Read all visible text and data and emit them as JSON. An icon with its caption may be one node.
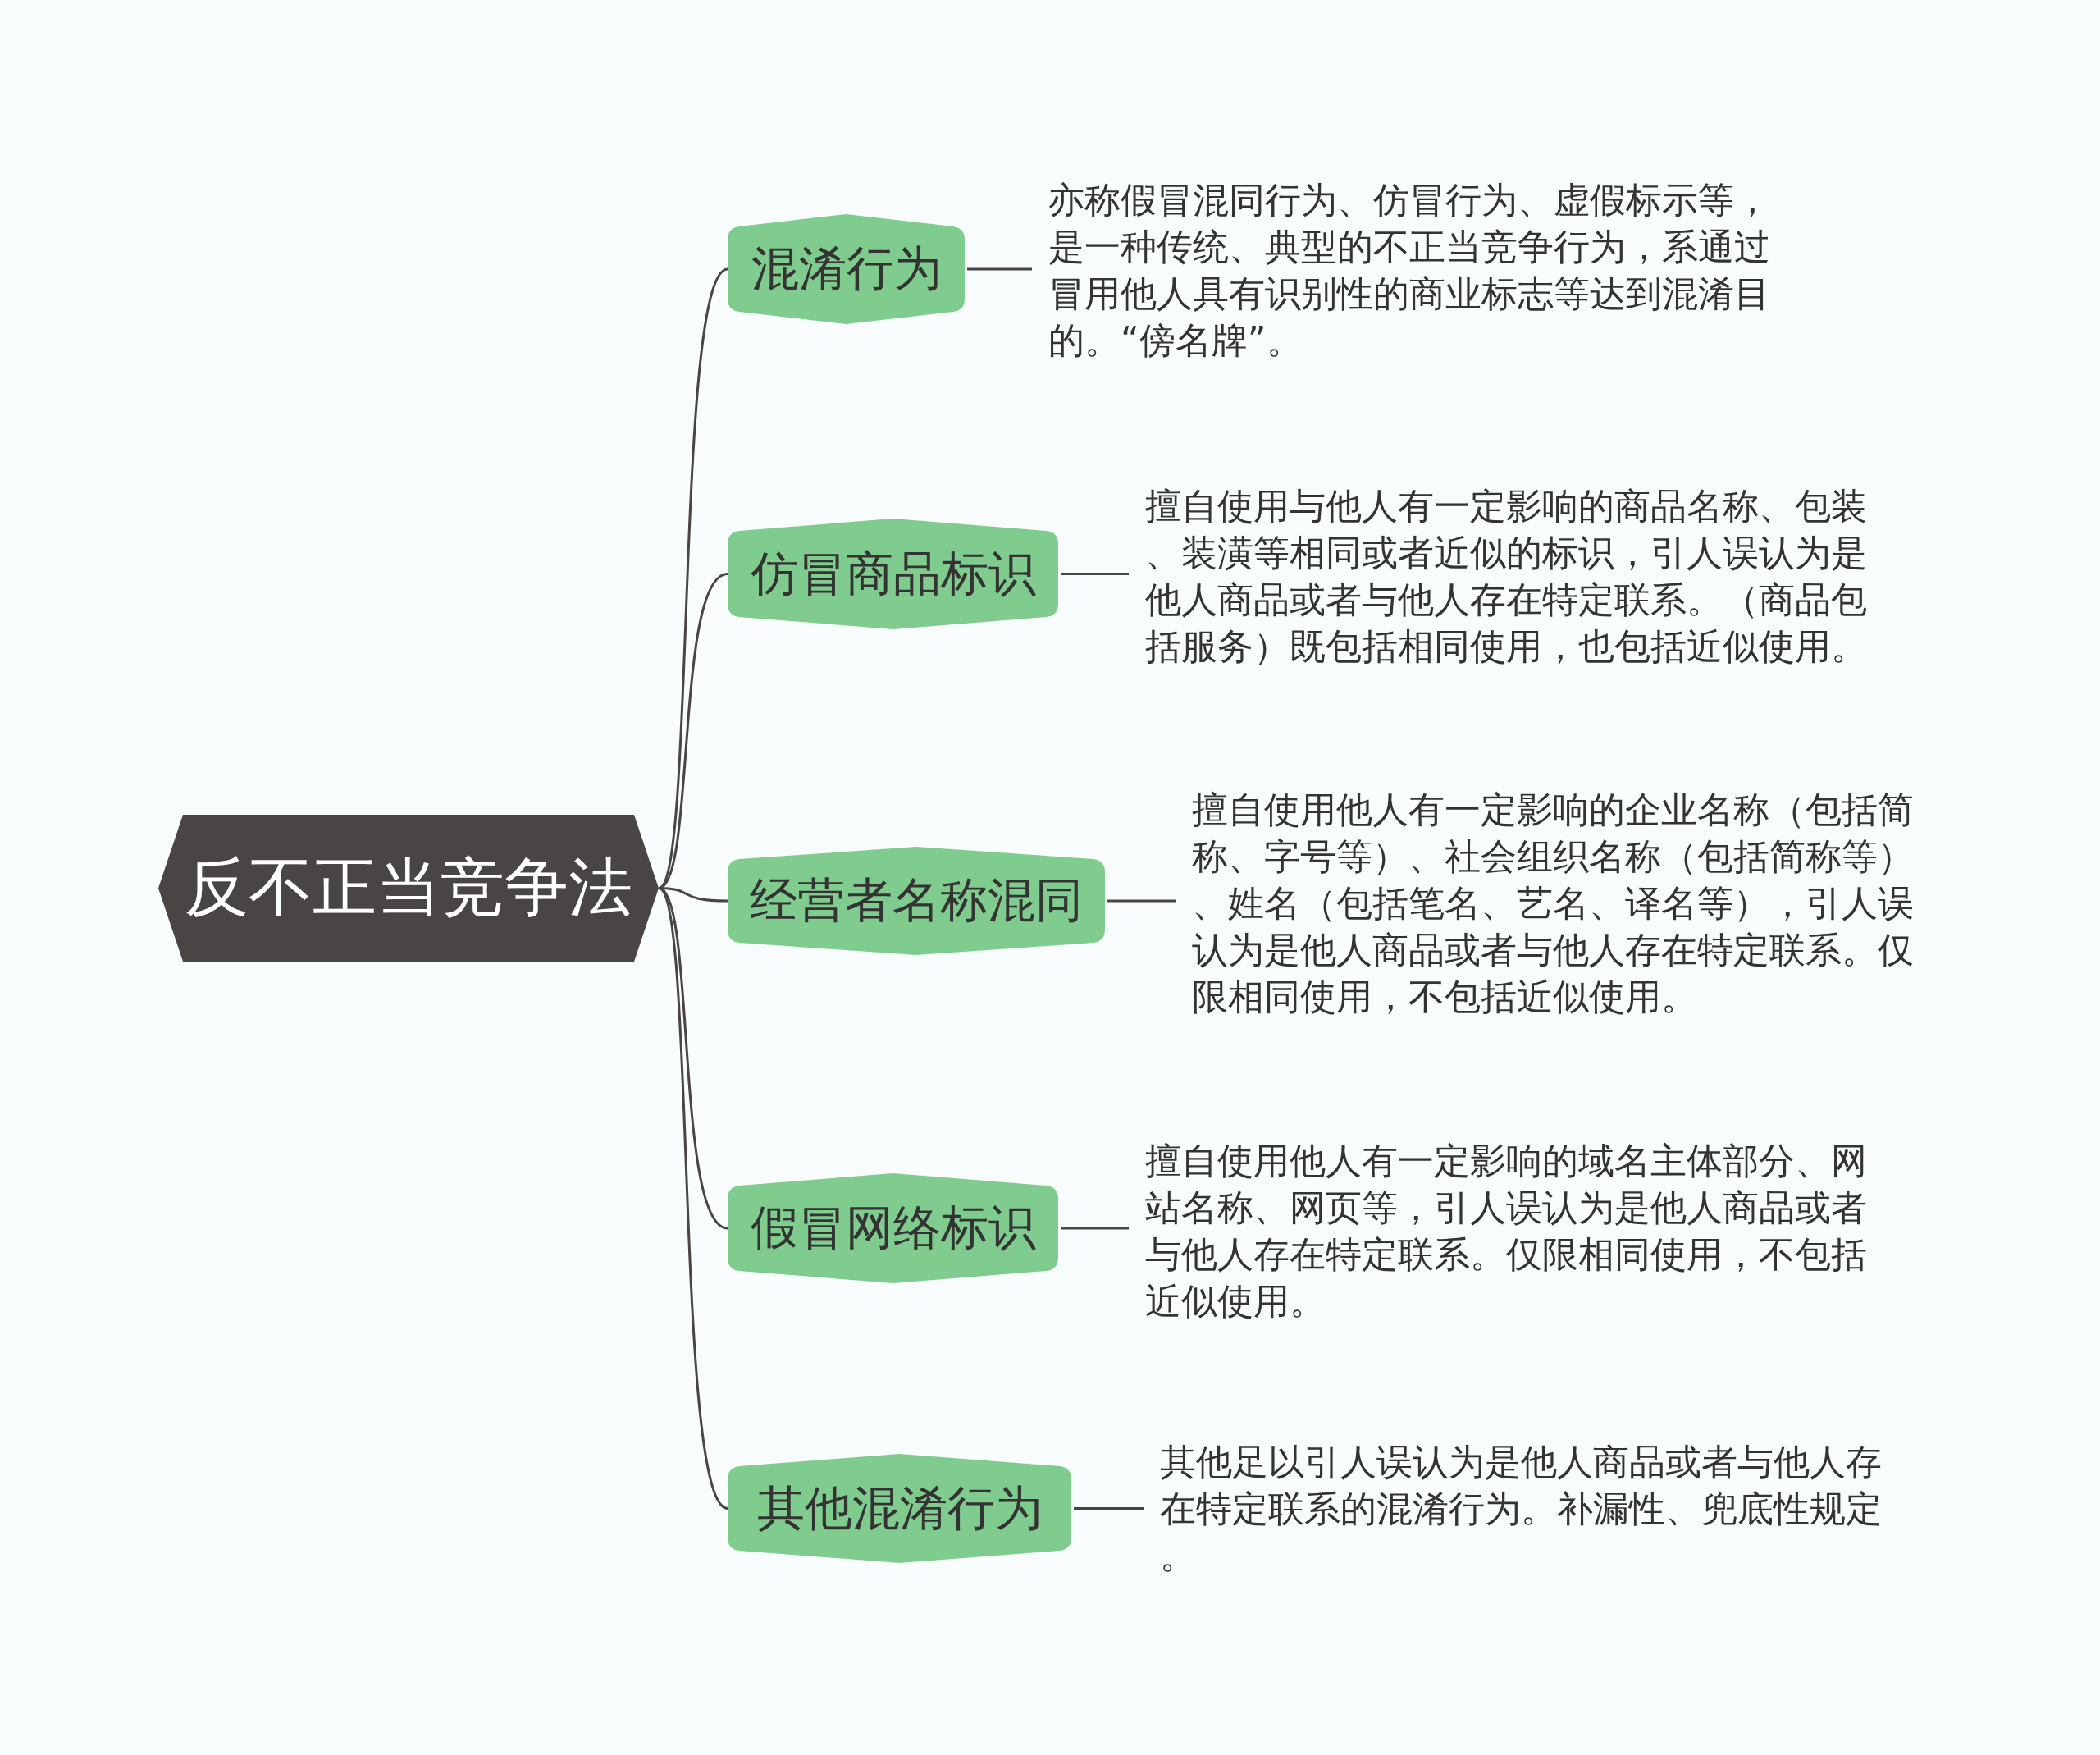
{
  "diagram": {
    "nodes": [
      {
        "text": [
          "反不正当竞争法"
        ]
      },
      {
        "text": [
          "混淆行为"
        ]
      },
      {
        "text": [
          "仿冒商品标识"
        ]
      },
      {
        "text": [
          "经营者名称混同"
        ]
      },
      {
        "text": [
          "假冒网络标识"
        ]
      },
      {
        "text": [
          "其他混淆行为"
        ]
      },
      {
        "text": [
          "亦称假冒混同行为、仿冒行为、虚假标示等，是一种传统、典型的不正当竞争行为，系通过冒用他人具有识别性的商业标志等达到混淆目的。“傍名牌”。"
        ]
      },
      {
        "text": [
          "擅自使用与他人有一定影响的商品名称、包装、装潢等相同或者近似的标识，引人误认为是他人商品或者与他人存在特定联系。（商品包括服务）既包括相同使用，也包括近似使用。"
        ]
      },
      {
        "text": [
          "擅自使用他人有一定影响的企业名称（包括简称、字号等）、社会组织名称（包括简称等）、姓名（包括笔名、艺名、译名等），引人误认为是他人商品或者与他人存在特定联系。仅限相同使用，不包括近似使用。"
        ]
      },
      {
        "text": [
          "擅自使用他人有一定影响的域名主体部分、网站名称、网页等，引人误认为是他人商品或者与他人存在特定联系。仅限相同使用，不包括近似使用。"
        ]
      },
      {
        "text": [
          "其他足以引人误认为是他人商品或者与他人存在特定联系的混淆行为。补漏性、兜底性规定。"
        ]
      }
    ],
    "edges": [
      {
        "from": 0,
        "to": 1,
        "arrow": "none"
      },
      {
        "from": 0,
        "to": 2,
        "arrow": "none"
      },
      {
        "from": 0,
        "to": 3,
        "arrow": "none"
      },
      {
        "from": 0,
        "to": 4,
        "arrow": "none"
      },
      {
        "from": 0,
        "to": 5,
        "arrow": "none"
      },
      {
        "from": 1,
        "to": 6,
        "arrow": "none"
      },
      {
        "from": 2,
        "to": 7,
        "arrow": "none"
      },
      {
        "from": 3,
        "to": 8,
        "arrow": "none"
      },
      {
        "from": 4,
        "to": 9,
        "arrow": "none"
      },
      {
        "from": 5,
        "to": 10,
        "arrow": "none"
      }
    ]
  }
}
